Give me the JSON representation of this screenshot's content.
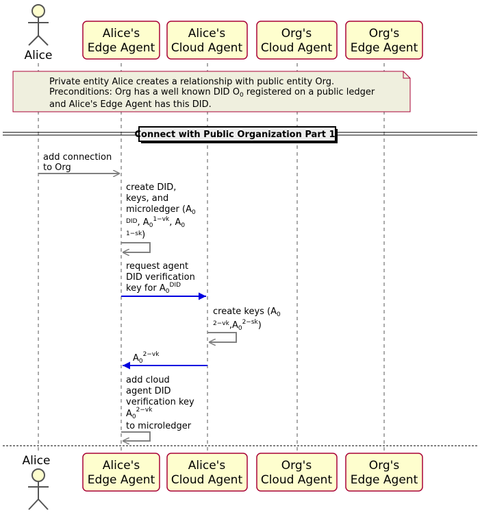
{
  "actors": {
    "alice": "Alice",
    "edge_agent_line1": "Alice's",
    "edge_agent_line2": "Edge Agent",
    "cloud_agent_line1": "Alice's",
    "cloud_agent_line2": "Cloud Agent",
    "org_cloud_line1": "Org's",
    "org_cloud_line2": "Cloud Agent",
    "org_edge_line1": "Org's",
    "org_edge_line2": "Edge Agent"
  },
  "note": {
    "line1": "Private entity Alice creates a relationship with public entity Org.",
    "line2_pre": "Preconditions: Org has a well known DID O",
    "line2_sub": "0",
    "line2_post": " registered on a public ledger",
    "line3": "and Alice's Edge Agent has this DID."
  },
  "divider": {
    "title": "Connect with Public Organization Part 1"
  },
  "messages": {
    "m1_line1": "add connection",
    "m1_line2": "to Org",
    "m2_line1": "create DID,",
    "m2_line2": "keys, and",
    "m2_line3_pre": "microledger (A",
    "m2_line3_sub": "0",
    "m2_line4_a": "DID",
    "m2_line4_b": ", A",
    "m2_line4_c": "0",
    "m2_line4_d": "1−vk",
    "m2_line4_e": ", A",
    "m2_line4_f": "0",
    "m2_line5_a": "1−sk",
    "m2_line5_b": ")",
    "m3_line1": "request agent",
    "m3_line2": "DID verification",
    "m3_line3_pre": "key for A",
    "m3_line3_sub": "0",
    "m3_line3_sup": "DID",
    "m4_line1_pre": "create keys (A",
    "m4_line1_sub": "0",
    "m4_line2_a": "2−vk",
    "m4_line2_b": ",A",
    "m4_line2_c": "0",
    "m4_line2_d": "2−sk",
    "m4_line2_e": ")",
    "m5_a": "A",
    "m5_b": "0",
    "m5_c": "2−vk",
    "m6_line1": "add cloud",
    "m6_line2": "agent DID",
    "m6_line3": "verification key",
    "m6_line4_a": "A",
    "m6_line4_b": "0",
    "m6_line4_c": "2−vk",
    "m6_line5": " to microledger"
  },
  "colors": {
    "participant_fill": "#FEFECE",
    "participant_border": "#A80036",
    "note_fill": "#EFEFDE",
    "note_border": "#A80036",
    "arrow_gray": "#808080",
    "arrow_blue": "#0000E0",
    "lifeline": "#555555"
  }
}
